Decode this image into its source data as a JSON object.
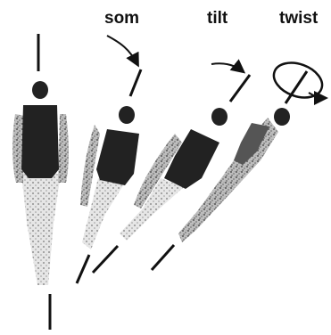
{
  "labels": {
    "somersault": "som",
    "tilt": "tilt",
    "twist": "twist"
  },
  "figures": [
    {
      "id": "figure-upright"
    },
    {
      "id": "figure-somersault"
    },
    {
      "id": "figure-tilt"
    },
    {
      "id": "figure-twist"
    }
  ],
  "colors": {
    "ink": "#111111",
    "suit": "#222222",
    "skin": "#8a8a8a",
    "background": "#ffffff"
  }
}
